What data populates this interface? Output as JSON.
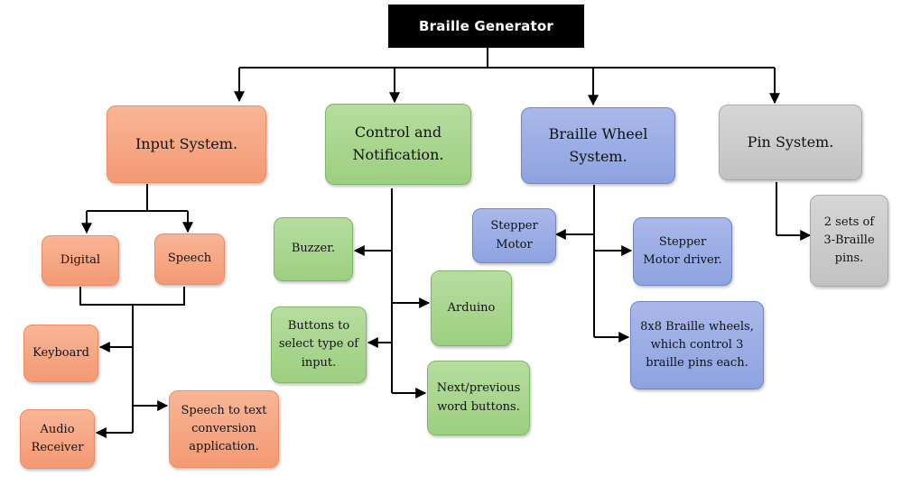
{
  "title": "Braille Generator",
  "colors": {
    "input": "#f4a07c",
    "control": "#a6d48b",
    "wheel": "#98abe3",
    "pin": "#c9c9c9",
    "title_bg": "#000000",
    "wire": "#000000"
  },
  "categories": {
    "input": "Input System.",
    "control": "Control and\nNotification.",
    "wheel": "Braille Wheel\nSystem.",
    "pin": "Pin System."
  },
  "input": {
    "digital": "Digital",
    "speech": "Speech",
    "keyboard": "Keyboard",
    "audio_receiver": "Audio\nReceiver",
    "speech_to_text": "Speech to text\nconversion\napplication."
  },
  "control": {
    "buzzer": "Buzzer.",
    "arduino": "Arduino",
    "buttons": "Buttons to\nselect type of\ninput.",
    "next_prev": "Next/previous\nword buttons."
  },
  "wheel": {
    "stepper_motor": "Stepper\nMotor",
    "stepper_driver": "Stepper\nMotor driver.",
    "wheels": "8x8 Braille wheels,\nwhich control 3\nbraille pins each."
  },
  "pin": {
    "sets": "2 sets of\n3-Braille\npins."
  }
}
